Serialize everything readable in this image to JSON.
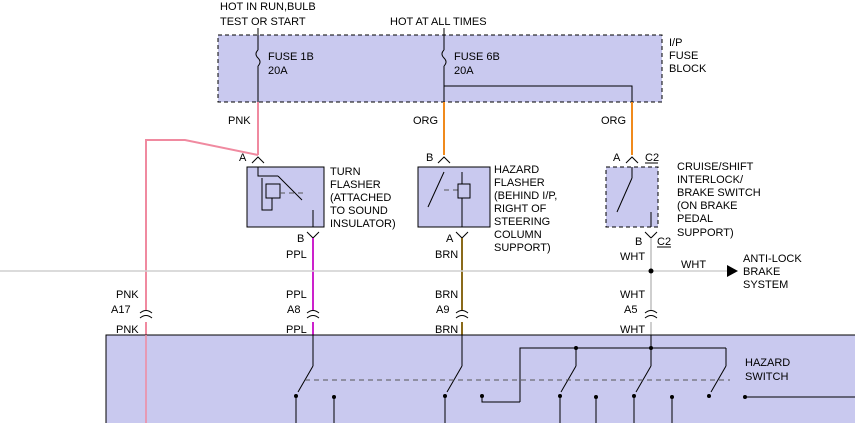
{
  "header": {
    "hot_run_line1": "HOT IN RUN,BULB",
    "hot_run_line2": "TEST OR START",
    "hot_all": "HOT AT ALL TIMES"
  },
  "fuse_block": {
    "label": [
      "I/P",
      "FUSE",
      "BLOCK"
    ],
    "fuse_1b": {
      "name": "FUSE 1B",
      "rating": "20A"
    },
    "fuse_6b": {
      "name": "FUSE 6B",
      "rating": "20A"
    }
  },
  "wires": {
    "pnk": "PNK",
    "org": "ORG",
    "ppl": "PPL",
    "brn": "BRN",
    "wht": "WHT"
  },
  "wire_colors": {
    "pnk": "#f08aa0",
    "org": "#f08a1c",
    "ppl": "#cc22cc",
    "brn": "#8a6a1a",
    "wht": "#cfcfcf",
    "block_fill": "#c9c9ef"
  },
  "pins": {
    "a": "A",
    "b": "B",
    "c2": "C2",
    "a17": "A17",
    "a8": "A8",
    "a9": "A9",
    "a5": "A5"
  },
  "components": {
    "turn_flasher": [
      "TURN",
      "FLASHER",
      "(ATTACHED",
      "TO SOUND",
      "INSULATOR)"
    ],
    "hazard_flasher": [
      "HAZARD",
      "FLASHER",
      "(BEHIND I/P,",
      "RIGHT OF",
      "STEERING",
      "COLUMN",
      "SUPPORT)"
    ],
    "interlock_switch": [
      "CRUISE/SHIFT",
      "INTERLOCK/",
      "BRAKE SWITCH",
      "(ON BRAKE",
      "PEDAL",
      "SUPPORT)"
    ],
    "antilock": [
      "ANTI-LOCK",
      "BRAKE",
      "SYSTEM"
    ],
    "hazard_switch": [
      "HAZARD",
      "SWITCH"
    ]
  }
}
